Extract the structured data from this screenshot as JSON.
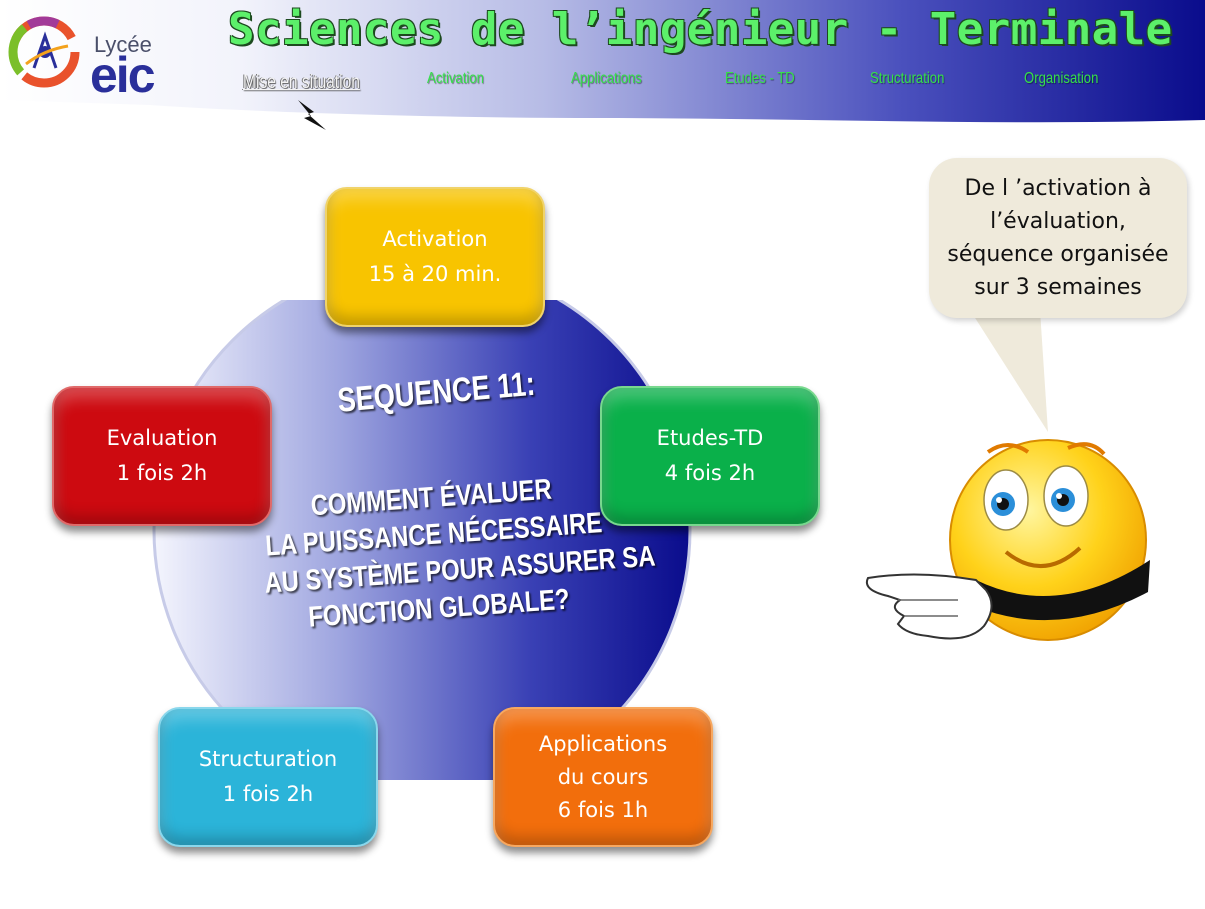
{
  "header": {
    "title": "Sciences de l’ingénieur - Terminale",
    "logo_small": "Lycée",
    "logo_big": "eic",
    "nav": [
      {
        "label": "Mise en situation"
      },
      {
        "label": "Activation"
      },
      {
        "label": "Applications"
      },
      {
        "label": "Etudes - TD"
      },
      {
        "label": "Structuration"
      },
      {
        "label": "Organisation"
      }
    ]
  },
  "sequence": {
    "title": "SEQUENCE 11:",
    "question_lines": [
      "COMMENT ÉVALUER",
      "LA PUISSANCE NÉCESSAIRE",
      "AU SYSTÈME POUR ASSURER SA",
      "FONCTION GLOBALE?"
    ]
  },
  "steps": {
    "activation": {
      "label": "Activation",
      "detail": "15 à 20 min.",
      "color": "#f8c400"
    },
    "etudes": {
      "label": "Etudes-TD",
      "detail": "4 fois 2h",
      "color": "#0ab04a"
    },
    "evaluation": {
      "label": "Evaluation",
      "detail": "1 fois 2h",
      "color": "#cd0a10"
    },
    "structuration": {
      "label": "Structuration",
      "detail": "1 fois 2h",
      "color": "#2bb4d9"
    },
    "applications": {
      "label": "Applications",
      "label2": "du cours",
      "detail": "6 fois 1h",
      "color": "#f26e0c"
    }
  },
  "speech": {
    "lines": [
      "De l ’activation à",
      "l’évaluation,",
      "séquence organisée",
      "sur 3 semaines"
    ]
  },
  "colors": {
    "header_gradient_start": "#ffffff",
    "header_gradient_end": "#0a0c8c",
    "title_green": "#5cf06a",
    "circle_light": "#eef0fb",
    "circle_dark": "#0a0c8c"
  }
}
